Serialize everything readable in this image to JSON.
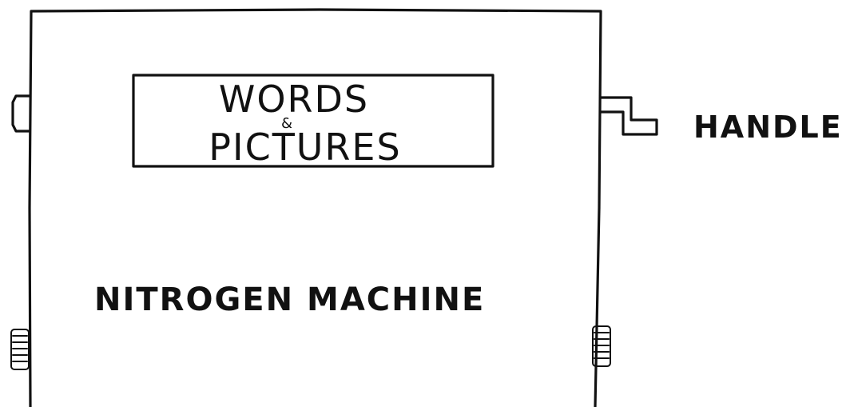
{
  "sign": {
    "line1": "WORDS",
    "amp": "&",
    "line2": "PICTURES"
  },
  "machine_label": "NITROGEN MACHINE",
  "handle_label": "HANDLE",
  "ink_color": "#111111",
  "background_color": "#ffffff"
}
